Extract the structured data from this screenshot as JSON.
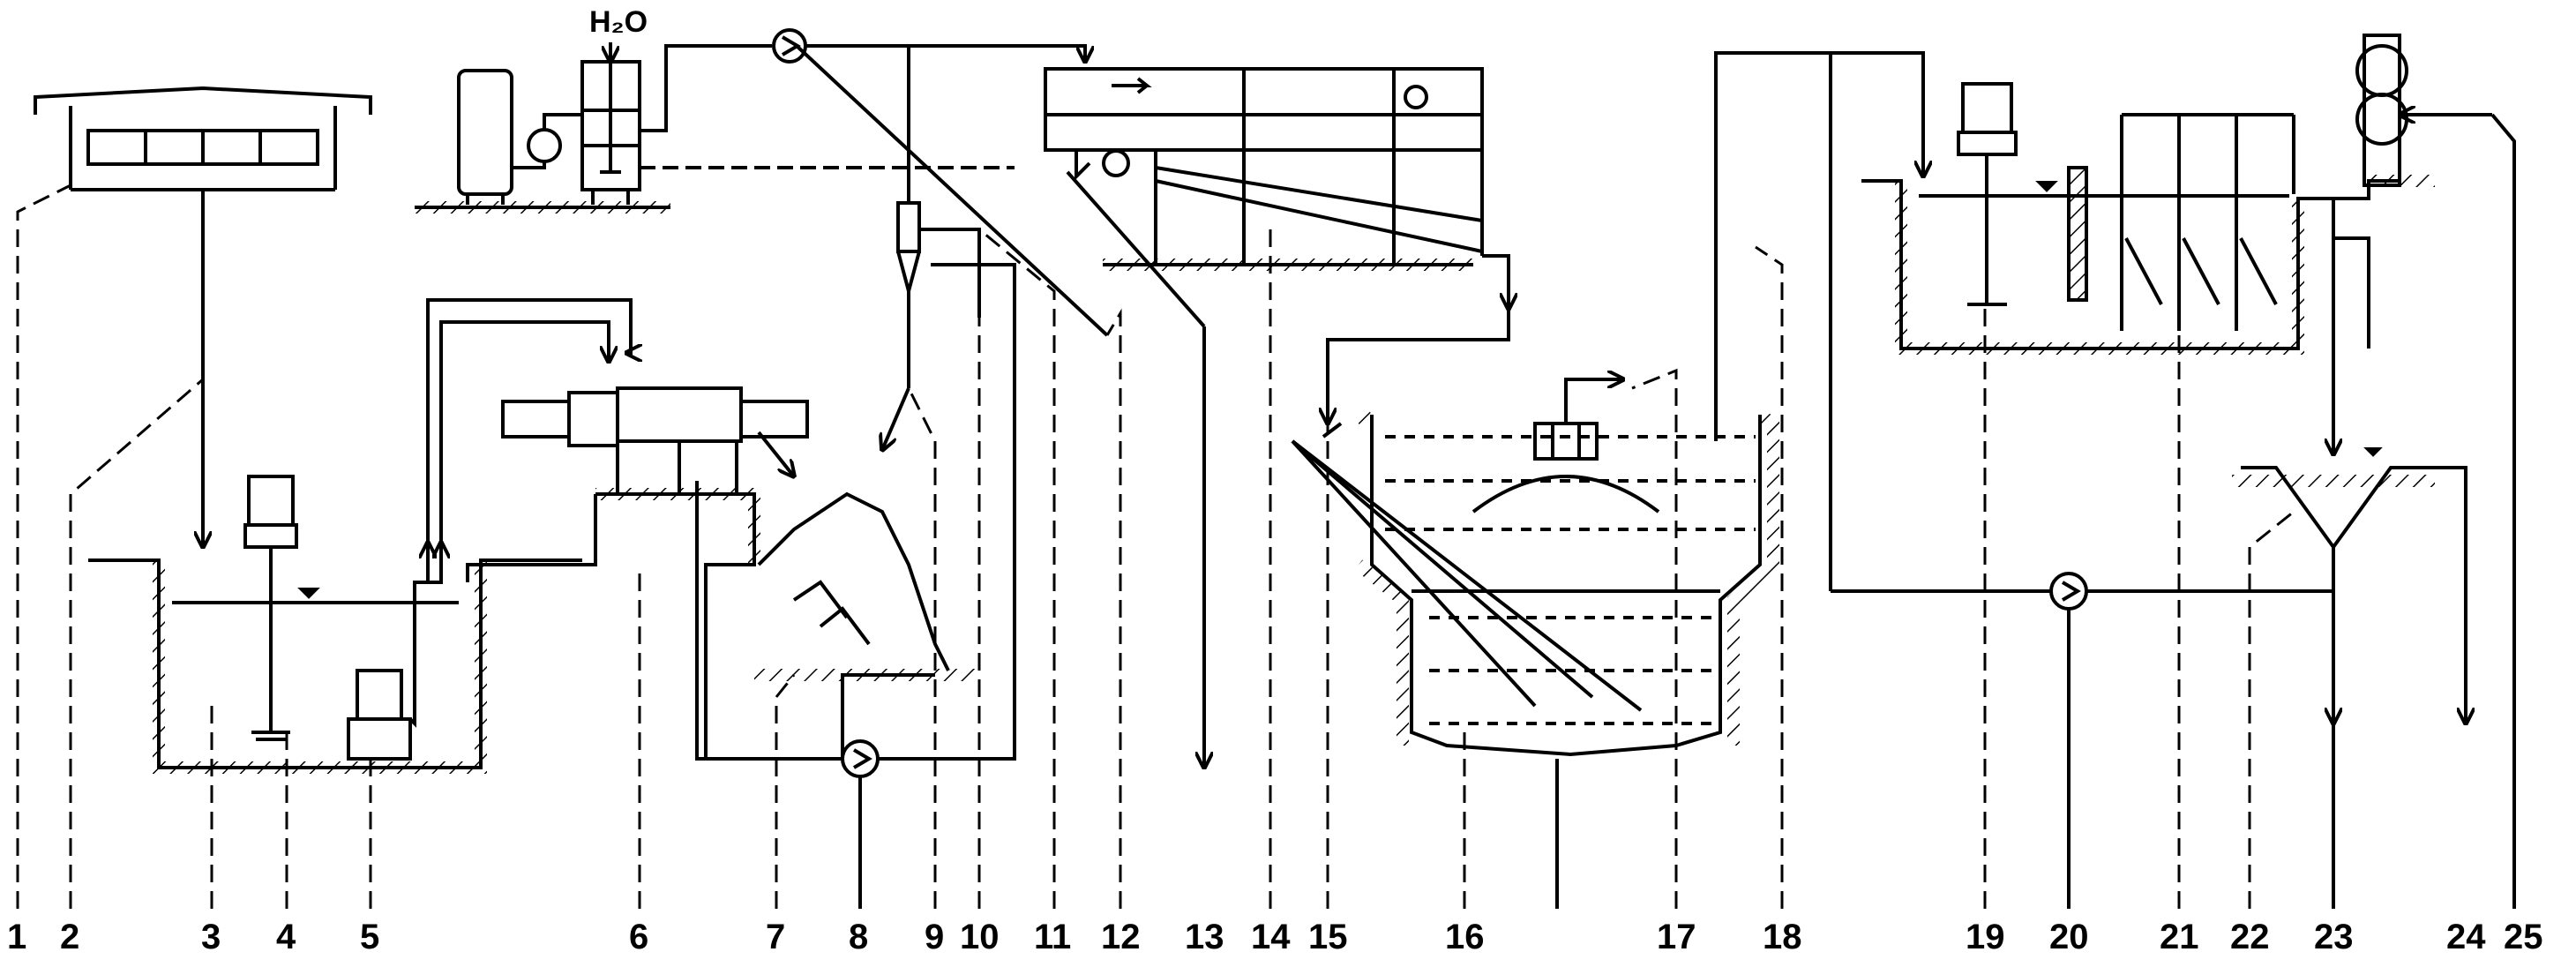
{
  "chemical_label": "H₂O",
  "callouts": [
    "1",
    "2",
    "3",
    "4",
    "5",
    "6",
    "7",
    "8",
    "9",
    "10",
    "11",
    "12",
    "13",
    "14",
    "15",
    "16",
    "17",
    "18",
    "19",
    "20",
    "21",
    "22",
    "23",
    "24",
    "25"
  ]
}
